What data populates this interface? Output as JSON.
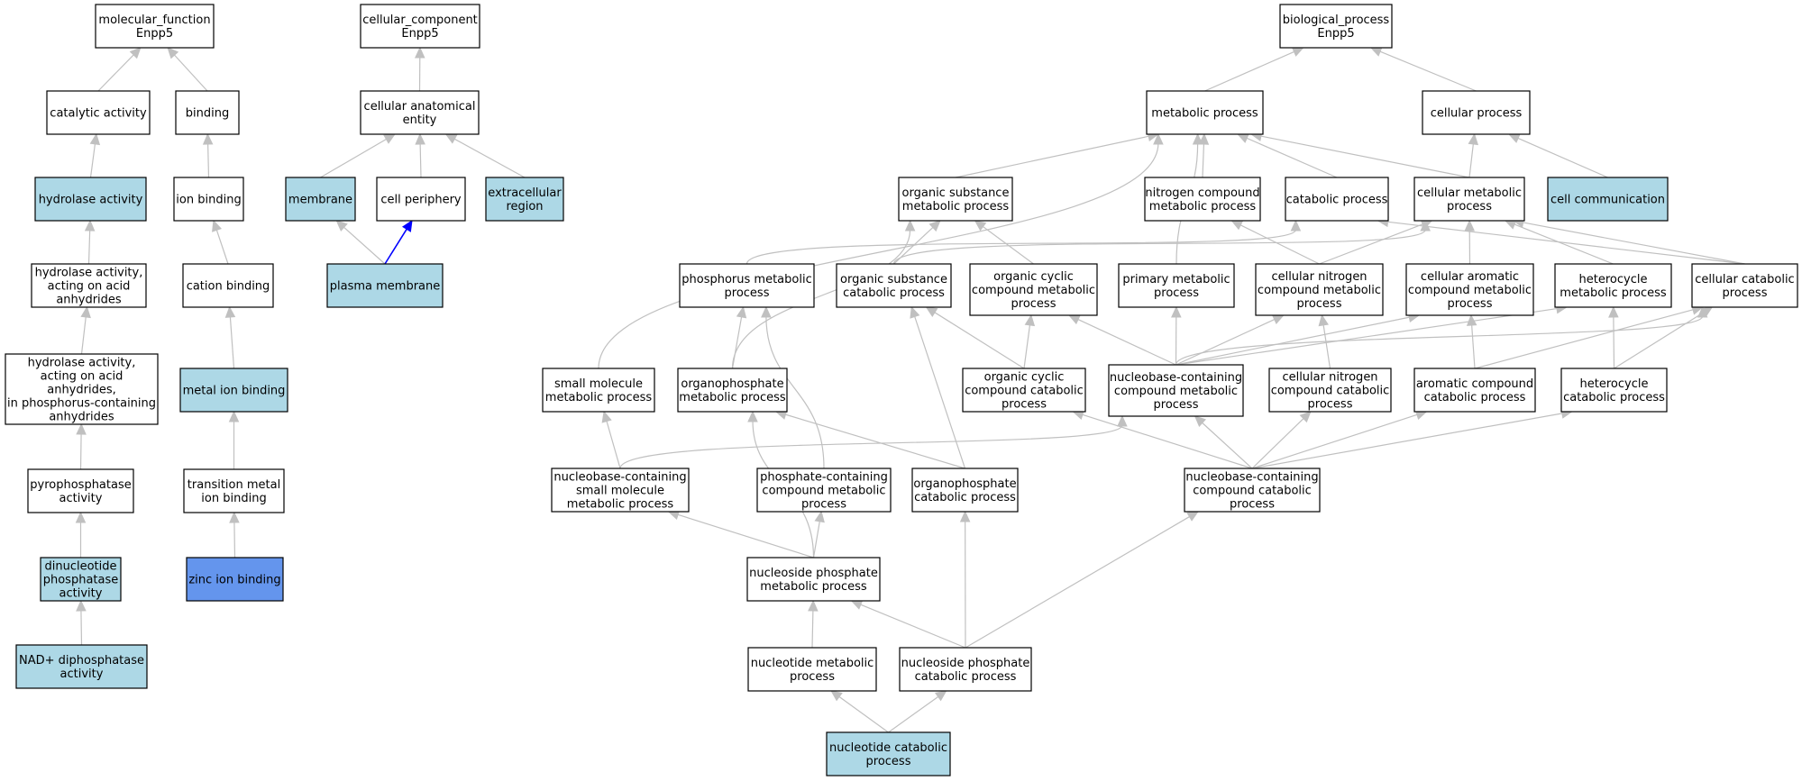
{
  "colors": {
    "node_default": "#ffffff",
    "node_light": "#add8e6",
    "node_dark": "#6495ed",
    "edge_default": "#c0c0c0",
    "edge_blue": "#0000ff",
    "border": "#000000"
  },
  "nodes": [
    {
      "id": "mf",
      "lines": [
        "molecular_function",
        "Enpp5"
      ],
      "fill": "white"
    },
    {
      "id": "catalytic",
      "lines": [
        "catalytic activity"
      ],
      "fill": "white"
    },
    {
      "id": "binding",
      "lines": [
        "binding"
      ],
      "fill": "white"
    },
    {
      "id": "hydrolase",
      "lines": [
        "hydrolase activity"
      ],
      "fill": "light"
    },
    {
      "id": "ionbind",
      "lines": [
        "ion binding"
      ],
      "fill": "white"
    },
    {
      "id": "hyd_anh",
      "lines": [
        "hydrolase activity,",
        "acting on acid",
        "anhydrides"
      ],
      "fill": "white"
    },
    {
      "id": "cation",
      "lines": [
        "cation binding"
      ],
      "fill": "white"
    },
    {
      "id": "hyd_phos",
      "lines": [
        "hydrolase activity,",
        "acting on acid",
        "anhydrides,",
        "in phosphorus-containing",
        "anhydrides"
      ],
      "fill": "white"
    },
    {
      "id": "metalion",
      "lines": [
        "metal ion binding"
      ],
      "fill": "light"
    },
    {
      "id": "pyro",
      "lines": [
        "pyrophosphatase",
        "activity"
      ],
      "fill": "white"
    },
    {
      "id": "transmetal",
      "lines": [
        "transition metal",
        "ion binding"
      ],
      "fill": "white"
    },
    {
      "id": "dinuc",
      "lines": [
        "dinucleotide",
        "phosphatase",
        "activity"
      ],
      "fill": "light"
    },
    {
      "id": "zinc",
      "lines": [
        "zinc ion binding"
      ],
      "fill": "dark"
    },
    {
      "id": "nad",
      "lines": [
        "NAD+ diphosphatase",
        "activity"
      ],
      "fill": "light"
    },
    {
      "id": "cc",
      "lines": [
        "cellular_component",
        "Enpp5"
      ],
      "fill": "white"
    },
    {
      "id": "cae",
      "lines": [
        "cellular anatomical",
        "entity"
      ],
      "fill": "white"
    },
    {
      "id": "membrane",
      "lines": [
        "membrane"
      ],
      "fill": "light"
    },
    {
      "id": "cellper",
      "lines": [
        "cell periphery"
      ],
      "fill": "white"
    },
    {
      "id": "extracell",
      "lines": [
        "extracellular",
        "region"
      ],
      "fill": "light"
    },
    {
      "id": "plasma",
      "lines": [
        "plasma membrane"
      ],
      "fill": "light"
    },
    {
      "id": "bp",
      "lines": [
        "biological_process",
        "Enpp5"
      ],
      "fill": "white"
    },
    {
      "id": "metab",
      "lines": [
        "metabolic process"
      ],
      "fill": "white"
    },
    {
      "id": "cellproc",
      "lines": [
        "cellular process"
      ],
      "fill": "white"
    },
    {
      "id": "orgsub",
      "lines": [
        "organic substance",
        "metabolic process"
      ],
      "fill": "white"
    },
    {
      "id": "nitro",
      "lines": [
        "nitrogen compound",
        "metabolic process"
      ],
      "fill": "white"
    },
    {
      "id": "catab",
      "lines": [
        "catabolic process"
      ],
      "fill": "white"
    },
    {
      "id": "cellmetab",
      "lines": [
        "cellular metabolic",
        "process"
      ],
      "fill": "white"
    },
    {
      "id": "cellcomm",
      "lines": [
        "cell communication"
      ],
      "fill": "light"
    },
    {
      "id": "phosmetab",
      "lines": [
        "phosphorus metabolic",
        "process"
      ],
      "fill": "white"
    },
    {
      "id": "orgsubcat",
      "lines": [
        "organic substance",
        "catabolic process"
      ],
      "fill": "white"
    },
    {
      "id": "orgcyc",
      "lines": [
        "organic cyclic",
        "compound metabolic",
        "process"
      ],
      "fill": "white"
    },
    {
      "id": "primary",
      "lines": [
        "primary metabolic",
        "process"
      ],
      "fill": "white"
    },
    {
      "id": "cellnitro",
      "lines": [
        "cellular nitrogen",
        "compound metabolic",
        "process"
      ],
      "fill": "white"
    },
    {
      "id": "cellarom",
      "lines": [
        "cellular aromatic",
        "compound metabolic",
        "process"
      ],
      "fill": "white"
    },
    {
      "id": "hetero",
      "lines": [
        "heterocycle",
        "metabolic process"
      ],
      "fill": "white"
    },
    {
      "id": "cellcat",
      "lines": [
        "cellular catabolic",
        "process"
      ],
      "fill": "white"
    },
    {
      "id": "smallmol",
      "lines": [
        "small molecule",
        "metabolic process"
      ],
      "fill": "white"
    },
    {
      "id": "orgphos",
      "lines": [
        "organophosphate",
        "metabolic process"
      ],
      "fill": "white"
    },
    {
      "id": "orgcyccat",
      "lines": [
        "organic cyclic",
        "compound catabolic",
        "process"
      ],
      "fill": "white"
    },
    {
      "id": "nbcm",
      "lines": [
        "nucleobase-containing",
        "compound metabolic",
        "process"
      ],
      "fill": "white"
    },
    {
      "id": "cellnitrocat",
      "lines": [
        "cellular nitrogen",
        "compound catabolic",
        "process"
      ],
      "fill": "white"
    },
    {
      "id": "aromcat",
      "lines": [
        "aromatic compound",
        "catabolic process"
      ],
      "fill": "white"
    },
    {
      "id": "heterocat",
      "lines": [
        "heterocycle",
        "catabolic process"
      ],
      "fill": "white"
    },
    {
      "id": "nbsm",
      "lines": [
        "nucleobase-containing",
        "small molecule",
        "metabolic process"
      ],
      "fill": "white"
    },
    {
      "id": "phoscont",
      "lines": [
        "phosphate-containing",
        "compound metabolic",
        "process"
      ],
      "fill": "white"
    },
    {
      "id": "orgphoscat",
      "lines": [
        "organophosphate",
        "catabolic process"
      ],
      "fill": "white"
    },
    {
      "id": "nbcc",
      "lines": [
        "nucleobase-containing",
        "compound catabolic",
        "process"
      ],
      "fill": "white"
    },
    {
      "id": "nucphos",
      "lines": [
        "nucleoside phosphate",
        "metabolic process"
      ],
      "fill": "white"
    },
    {
      "id": "nucmetab",
      "lines": [
        "nucleotide metabolic",
        "process"
      ],
      "fill": "white"
    },
    {
      "id": "nucphoscat",
      "lines": [
        "nucleoside phosphate",
        "catabolic process"
      ],
      "fill": "white"
    },
    {
      "id": "nuccat",
      "lines": [
        "nucleotide catabolic",
        "process"
      ],
      "fill": "light"
    }
  ],
  "edges": [
    {
      "from": "catalytic",
      "to": "mf",
      "color": "gray"
    },
    {
      "from": "binding",
      "to": "mf",
      "color": "gray"
    },
    {
      "from": "hydrolase",
      "to": "catalytic",
      "color": "gray"
    },
    {
      "from": "ionbind",
      "to": "binding",
      "color": "gray"
    },
    {
      "from": "hyd_anh",
      "to": "hydrolase",
      "color": "gray"
    },
    {
      "from": "cation",
      "to": "ionbind",
      "color": "gray"
    },
    {
      "from": "hyd_phos",
      "to": "hyd_anh",
      "color": "gray"
    },
    {
      "from": "metalion",
      "to": "cation",
      "color": "gray"
    },
    {
      "from": "pyro",
      "to": "hyd_phos",
      "color": "gray"
    },
    {
      "from": "transmetal",
      "to": "metalion",
      "color": "gray"
    },
    {
      "from": "dinuc",
      "to": "pyro",
      "color": "gray"
    },
    {
      "from": "zinc",
      "to": "transmetal",
      "color": "gray"
    },
    {
      "from": "nad",
      "to": "dinuc",
      "color": "gray"
    },
    {
      "from": "cae",
      "to": "cc",
      "color": "gray"
    },
    {
      "from": "membrane",
      "to": "cae",
      "color": "gray"
    },
    {
      "from": "cellper",
      "to": "cae",
      "color": "gray"
    },
    {
      "from": "extracell",
      "to": "cae",
      "color": "gray"
    },
    {
      "from": "plasma",
      "to": "membrane",
      "color": "gray"
    },
    {
      "from": "plasma",
      "to": "cellper",
      "color": "blue"
    },
    {
      "from": "metab",
      "to": "bp",
      "color": "gray"
    },
    {
      "from": "cellproc",
      "to": "bp",
      "color": "gray"
    },
    {
      "from": "orgsub",
      "to": "metab",
      "color": "gray"
    },
    {
      "from": "nitro",
      "to": "metab",
      "color": "gray"
    },
    {
      "from": "catab",
      "to": "metab",
      "color": "gray"
    },
    {
      "from": "cellmetab",
      "to": "metab",
      "color": "gray"
    },
    {
      "from": "primary",
      "to": "metab",
      "color": "gray",
      "curved": true
    },
    {
      "from": "smallmol",
      "to": "metab",
      "color": "gray",
      "curved": true
    },
    {
      "from": "cellmetab",
      "to": "cellproc",
      "color": "gray"
    },
    {
      "from": "cellcomm",
      "to": "cellproc",
      "color": "gray"
    },
    {
      "from": "phosmetab",
      "to": "catab",
      "color": "gray",
      "curved": true
    },
    {
      "from": "orgsubcat",
      "to": "orgsub",
      "color": "gray"
    },
    {
      "from": "orgsubcat",
      "to": "cellmetab",
      "color": "gray",
      "curved": true
    },
    {
      "from": "orgcyc",
      "to": "orgsub",
      "color": "gray"
    },
    {
      "from": "cellnitro",
      "to": "nitro",
      "color": "gray"
    },
    {
      "from": "cellnitro",
      "to": "cellmetab",
      "color": "gray"
    },
    {
      "from": "cellarom",
      "to": "cellmetab",
      "color": "gray"
    },
    {
      "from": "hetero",
      "to": "cellmetab",
      "color": "gray"
    },
    {
      "from": "cellcat",
      "to": "cellmetab",
      "color": "gray"
    },
    {
      "from": "cellcat",
      "to": "catab",
      "color": "gray"
    },
    {
      "from": "orgphos",
      "to": "phosmetab",
      "color": "gray"
    },
    {
      "from": "orgphos",
      "to": "orgsub",
      "color": "gray",
      "curved": true
    },
    {
      "from": "orgcyccat",
      "to": "orgsubcat",
      "color": "gray"
    },
    {
      "from": "orgcyccat",
      "to": "orgcyc",
      "color": "gray"
    },
    {
      "from": "nbcm",
      "to": "orgcyc",
      "color": "gray"
    },
    {
      "from": "nbcm",
      "to": "primary",
      "color": "gray"
    },
    {
      "from": "nbcm",
      "to": "cellnitro",
      "color": "gray"
    },
    {
      "from": "nbcm",
      "to": "cellarom",
      "color": "gray"
    },
    {
      "from": "nbcm",
      "to": "hetero",
      "color": "gray"
    },
    {
      "from": "nbcm",
      "to": "cellcat",
      "color": "gray",
      "curved": true
    },
    {
      "from": "cellnitrocat",
      "to": "cellnitro",
      "color": "gray"
    },
    {
      "from": "aromcat",
      "to": "cellcat",
      "color": "gray"
    },
    {
      "from": "aromcat",
      "to": "cellarom",
      "color": "gray"
    },
    {
      "from": "heterocat",
      "to": "hetero",
      "color": "gray"
    },
    {
      "from": "heterocat",
      "to": "cellcat",
      "color": "gray"
    },
    {
      "from": "nbsm",
      "to": "smallmol",
      "color": "gray"
    },
    {
      "from": "nbsm",
      "to": "nbcm",
      "color": "gray",
      "curved": true
    },
    {
      "from": "phoscont",
      "to": "phosmetab",
      "color": "gray",
      "curved": true
    },
    {
      "from": "orgphoscat",
      "to": "orgphos",
      "color": "gray"
    },
    {
      "from": "orgphoscat",
      "to": "orgsubcat",
      "color": "gray"
    },
    {
      "from": "nbcc",
      "to": "nbcm",
      "color": "gray"
    },
    {
      "from": "nbcc",
      "to": "orgcyccat",
      "color": "gray"
    },
    {
      "from": "nbcc",
      "to": "cellnitrocat",
      "color": "gray"
    },
    {
      "from": "nbcc",
      "to": "aromcat",
      "color": "gray"
    },
    {
      "from": "nbcc",
      "to": "heterocat",
      "color": "gray"
    },
    {
      "from": "nucphos",
      "to": "nbsm",
      "color": "gray"
    },
    {
      "from": "nucphos",
      "to": "phoscont",
      "color": "gray"
    },
    {
      "from": "nucphos",
      "to": "orgphos",
      "color": "gray",
      "curved": true
    },
    {
      "from": "nucmetab",
      "to": "nucphos",
      "color": "gray"
    },
    {
      "from": "nucphoscat",
      "to": "nucphos",
      "color": "gray"
    },
    {
      "from": "nucphoscat",
      "to": "orgphoscat",
      "color": "gray"
    },
    {
      "from": "nucphoscat",
      "to": "nbcc",
      "color": "gray"
    },
    {
      "from": "nuccat",
      "to": "nucmetab",
      "color": "gray"
    },
    {
      "from": "nuccat",
      "to": "nucphoscat",
      "color": "gray"
    }
  ]
}
